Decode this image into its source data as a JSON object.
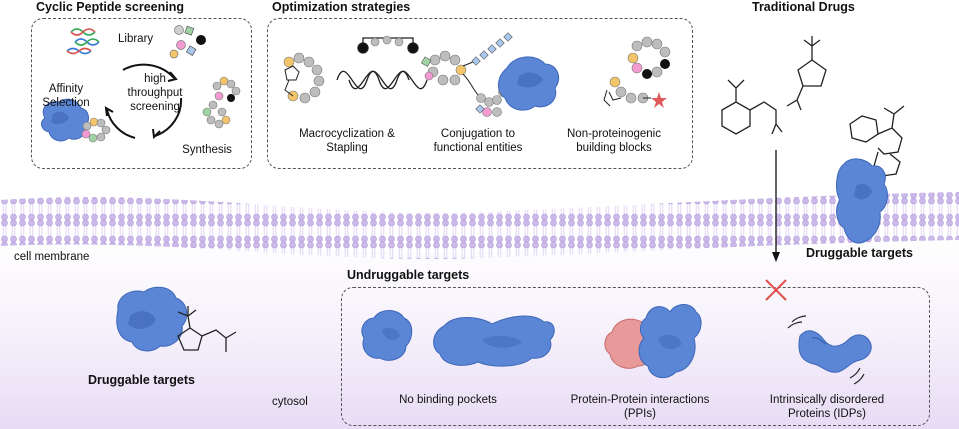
{
  "panels": {
    "screening": {
      "title": "Cyclic Peptide screening",
      "library": "Library",
      "center": "high throughput screening",
      "affinity": "Affinity Selection",
      "synthesis": "Synthesis"
    },
    "optimization": {
      "title": "Optimization strategies",
      "items": [
        {
          "label": "Macrocyclization & Stapling"
        },
        {
          "label": "Conjugation to functional entities"
        },
        {
          "label": "Non-proteinogenic building blocks"
        }
      ]
    },
    "traditional": {
      "title": "Traditional Drugs"
    },
    "undruggable": {
      "title": "Undruggable targets",
      "items": [
        {
          "label": "No binding pockets"
        },
        {
          "label": "Protein-Protein interactions (PPIs)"
        },
        {
          "label": "Intrinsically disordered Proteins (IDPs)"
        }
      ]
    }
  },
  "labels": {
    "cell_membrane": "cell membrane",
    "cytosol": "cytosol",
    "druggable_right": "Druggable targets",
    "druggable_left": "Druggable targets"
  },
  "colors": {
    "protein": "#5b86d6",
    "protein_dark": "#3d66b8",
    "ppi_partner": "#e89a9a",
    "membrane": "#c9b8e6",
    "cytosol": "#ede4f7",
    "bead": "#bdbdbd",
    "bead_yellow": "#f3c46a",
    "block_red": "#e05a5a",
    "cross": "#e05050"
  }
}
